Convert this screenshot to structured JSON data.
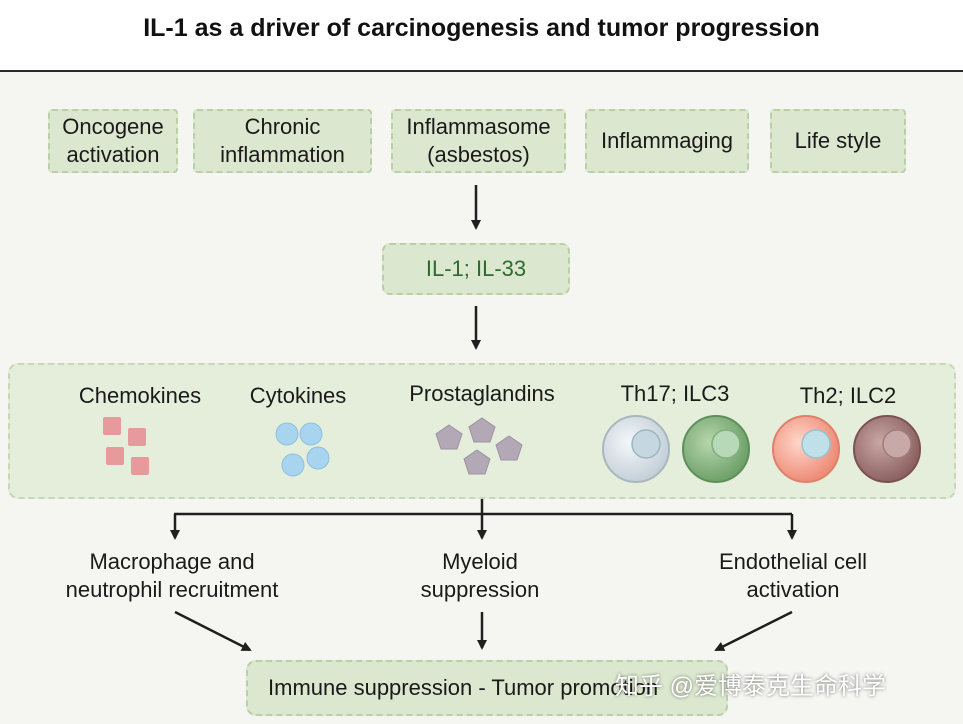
{
  "title": "IL-1 as a driver of carcinogenesis and tumor progression",
  "drivers": [
    {
      "line1": "Oncogene",
      "line2": "activation"
    },
    {
      "line1": "Chronic",
      "line2": "inflammation"
    },
    {
      "line1": "Inflammasome",
      "line2": "(asbestos)"
    },
    {
      "line1": "Inflammaging",
      "line2": ""
    },
    {
      "line1": "Life style",
      "line2": ""
    }
  ],
  "mediator": "IL-1; IL-33",
  "effectors": {
    "chemokines": "Chemokines",
    "cytokines": "Cytokines",
    "prostaglandins": "Prostaglandins",
    "th17_ilc3": "Th17; ILC3",
    "th2_ilc2": "Th2; ILC2"
  },
  "outcomes": [
    {
      "line1": "Macrophage and",
      "line2": "neutrophil recruitment"
    },
    {
      "line1": "Myeloid",
      "line2": "suppression"
    },
    {
      "line1": "Endothelial cell",
      "line2": "activation"
    }
  ],
  "final": "Immune suppression - Tumor promotion",
  "watermark": "知乎 @爱博泰克生命科学",
  "colors": {
    "box_fill": "#dbe8cf",
    "mediator_text": "#2e6b2e",
    "chemokine": "#e79a9c",
    "cytokine": "#a9d4ef",
    "prostaglandin": "#b3a9b6",
    "th17_cell": "#d3dde3",
    "ilc3_cell": "#84b47e",
    "th2_cell": "#f3a08c",
    "ilc2_cell": "#9e7472"
  }
}
